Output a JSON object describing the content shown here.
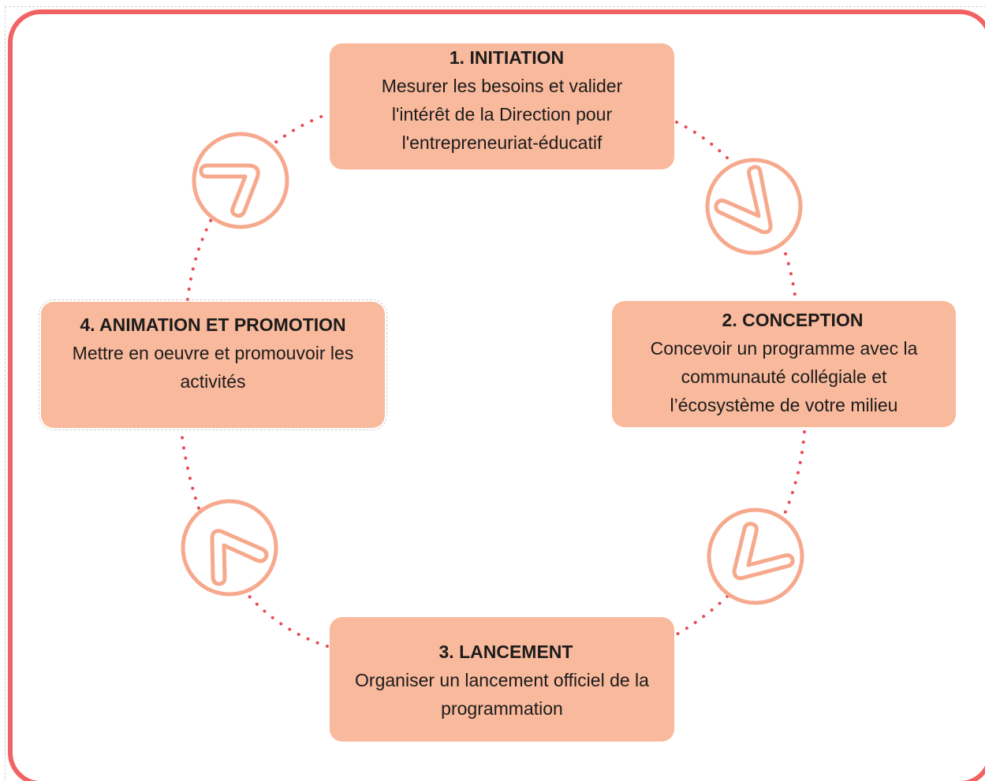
{
  "diagram": {
    "colors": {
      "frame": "#f26262",
      "box_fill": "#f9b99c",
      "dots": "#e94b57",
      "arrow": "#f6a98c",
      "text": "#1c1c1c"
    },
    "steps": [
      {
        "title": "1. INITIATION",
        "description": "Mesurer les besoins et valider l'intérêt de la Direction pour l'entrepreneuriat-éducatif"
      },
      {
        "title": "2. CONCEPTION",
        "description": "Concevoir un programme avec la communauté collégiale et l’écosystème de votre milieu"
      },
      {
        "title": "3. LANCEMENT",
        "description": "Organiser un lancement officiel de la programmation"
      },
      {
        "title": "4. ANIMATION ET PROMOTION",
        "description": "Mettre en oeuvre et promouvoir les activités"
      }
    ],
    "arrows": [
      {
        "icon": "arrow-top-right-icon"
      },
      {
        "icon": "arrow-bottom-right-icon"
      },
      {
        "icon": "arrow-bottom-left-icon"
      },
      {
        "icon": "arrow-top-left-icon"
      }
    ]
  }
}
